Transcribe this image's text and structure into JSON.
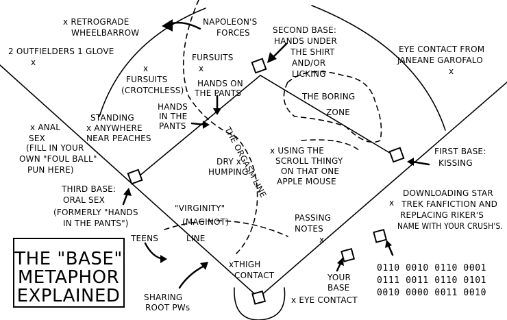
{
  "title": [
    "THE \"BASE\"",
    "METAPHOR",
    "EXPLAINED"
  ],
  "labels": {
    "retrograde": [
      "x RETROGRADE",
      "WHEELBARROW"
    ],
    "outfielders": [
      "2 OUTFIELDERS 1 GLOVE",
      "x"
    ],
    "napoleon": [
      "NAPOLEON'S",
      "FORCES"
    ],
    "second_base": [
      "SECOND BASE:",
      "HANDS UNDER",
      "THE SHIRT",
      "AND/OR",
      "LICKING"
    ],
    "eye_contact_janeane": [
      "EYE CONTACT FROM",
      "JANEANE GAROFALO",
      "x"
    ],
    "fursuits_crotchless": [
      "x",
      "FURSUITS",
      "(CROTCHLESS)"
    ],
    "fursuits": [
      "FURSUITS",
      "x"
    ],
    "hands_on_pants": [
      "HANDS ON",
      "THE PANTS"
    ],
    "hands_in_pants": [
      "HANDS",
      "IN THE",
      "PANTS"
    ],
    "standing": [
      "STANDING",
      "x ANYWHERE",
      "NEAR PEACHES"
    ],
    "boring_zone": [
      "THE BORING",
      "ZONE"
    ],
    "anal": [
      "x ANAL",
      "SEX",
      "(FILL IN YOUR",
      "OWN \"FOUL BALL\"",
      "PUN HERE)"
    ],
    "orgasm_line": "THE ORGASM LINE",
    "dry_humping": [
      "DRY x",
      "HUMPING"
    ],
    "scroll": [
      "x USING THE",
      "SCROLL THINGY",
      "ON THAT ONE",
      "APPLE MOUSE"
    ],
    "first_base": [
      "FIRST BASE:",
      "KISSING"
    ],
    "third_base": [
      "THIRD BASE:",
      "ORAL SEX",
      "(FORMERLY \"HANDS",
      "IN THE PANTS\")"
    ],
    "virginity": [
      "\"VIRGINITY\"",
      "(MAGINOT)",
      "LINE"
    ],
    "passing_notes": [
      "PASSING",
      "NOTES",
      "x"
    ],
    "downloading": [
      "DOWNLOADING STAR",
      "TREK FANFICTION AND",
      "REPLACING RIKER'S",
      "NAME WITH YOUR CRUSH'S."
    ],
    "teens": "TEENS",
    "thigh": [
      "xTHIGH",
      "CONTACT"
    ],
    "your_base": [
      "YOUR",
      "BASE"
    ],
    "eye_contact": "x EYE CONTACT",
    "sharing": [
      "SHARING",
      "ROOT PWs"
    ]
  },
  "binary": [
    "0110 0010 0110 0001",
    "0111 0011 0110 0101",
    "0010 0000 0011 0010"
  ]
}
